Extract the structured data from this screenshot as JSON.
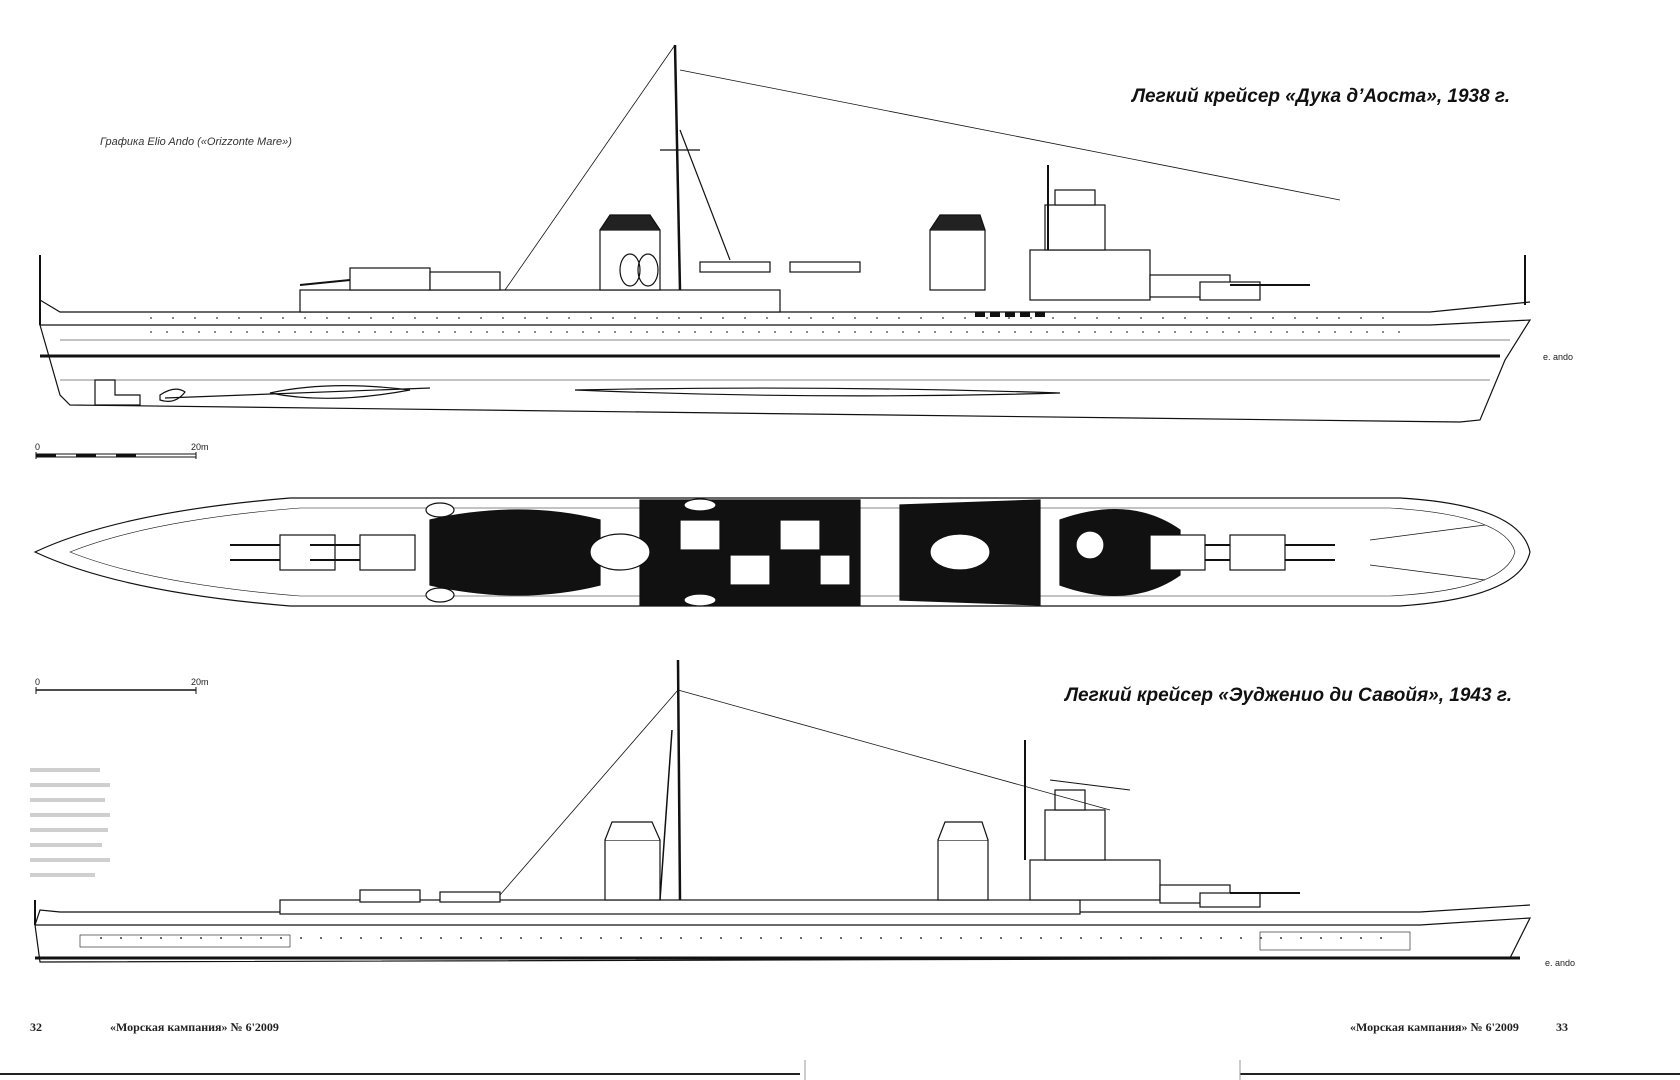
{
  "drawing_1": {
    "title": "Легкий крейсер «Дука д’Аоста», 1938 г.",
    "credit": "Графика Elio Ando («Orizzonte Mare»)",
    "signature": "e. ando"
  },
  "plan_view": {
    "scale_start": "0",
    "scale_end": "20m"
  },
  "plan_scale_2": {
    "scale_start": "0",
    "scale_end": "20m"
  },
  "drawing_2": {
    "title": "Легкий крейсер «Эудженио ди Савойя», 1943 г.",
    "signature": "e. ando"
  },
  "footer": {
    "left_page": "32",
    "left_magazine": "«Морская кампания» № 6'2009",
    "right_magazine": "«Морская кампания» № 6'2009",
    "right_page": "33"
  }
}
